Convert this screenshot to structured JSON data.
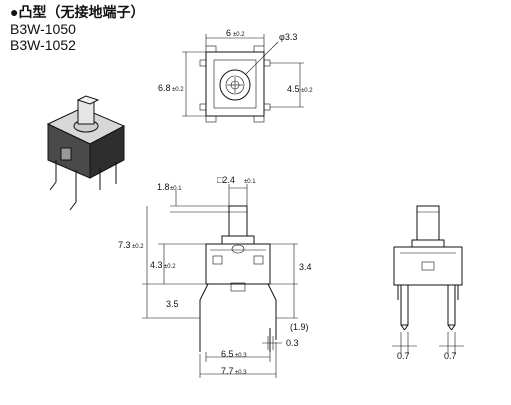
{
  "header": {
    "title": "●凸型（无接地端子）",
    "model_1": "B3W-1050",
    "model_2": "B3W-1052"
  },
  "top_view": {
    "width": "6",
    "width_tol": "±0.2",
    "height": "6.8",
    "height_tol": "±0.2",
    "diameter": "φ3.3",
    "pin_pitch": "4.5",
    "pin_pitch_tol": "±0.2"
  },
  "front_view": {
    "stem_size": "□2.4",
    "stem_tol": "±0.1",
    "stem_offset": "1.8",
    "stem_offset_tol": "±0.1",
    "total_height": "7.3",
    "total_height_tol": "±0.2",
    "body_height": "4.3",
    "body_height_tol": "±0.2",
    "lead_length": "3.5",
    "body_right": "3.4",
    "lead_ref": "(1.9)",
    "lead_thickness": "0.3",
    "lead_pitch": "6.5",
    "lead_pitch_tol": "±0.3",
    "outer_width": "7.7",
    "outer_width_tol": "±0.3"
  },
  "side_view": {
    "lead_width_left": "0.7",
    "lead_width_right": "0.7"
  }
}
